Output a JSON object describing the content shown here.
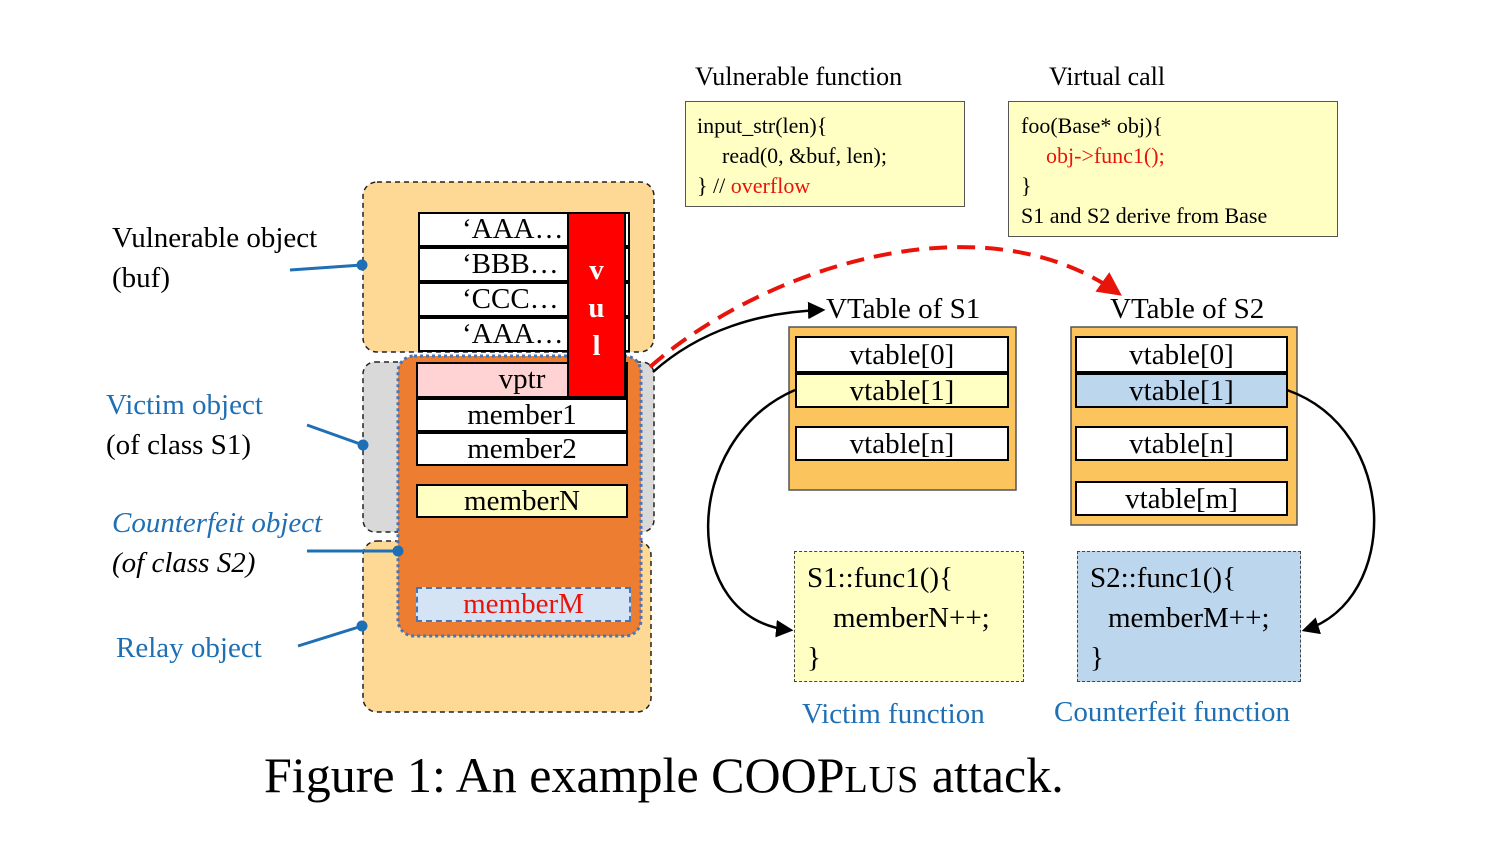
{
  "left_labels": {
    "vulnerable_object": "Vulnerable object",
    "vulnerable_object_sub": "(buf)",
    "victim_object": "Victim object",
    "victim_object_sub": "(of class S1)",
    "counterfeit_object": "Counterfeit object",
    "counterfeit_object_sub": "(of class S2)",
    "relay_object": "Relay object"
  },
  "buffer_cells": [
    "‘AAA…",
    "‘BBB…",
    "‘CCC…",
    "‘AAA…"
  ],
  "vul_letters": [
    "v",
    "u",
    "l"
  ],
  "object_cells": {
    "vptr": "vptr",
    "member1": "member1",
    "member2": "member2",
    "memberN": "memberN",
    "memberM": "memberM"
  },
  "vulnerable_function": {
    "title": "Vulnerable function",
    "line1": "input_str(len){",
    "line2": "read(0, &buf, len);",
    "line3_code": "} //",
    "line3_comment": "overflow"
  },
  "virtual_call": {
    "title": "Virtual call",
    "line1": "foo(Base* obj){",
    "line2": "obj->func1();",
    "line3": "}",
    "line4": "S1 and S2 derive from Base"
  },
  "vtable_s1": {
    "title": "VTable of S1",
    "entries": [
      "vtable[0]",
      "vtable[1]",
      "vtable[n]"
    ]
  },
  "vtable_s2": {
    "title": "VTable of S2",
    "entries": [
      "vtable[0]",
      "vtable[1]",
      "vtable[n]",
      "vtable[m]"
    ]
  },
  "victim_function": {
    "line1": "S1::func1(){",
    "line2": "memberN++;",
    "line3": "}",
    "label": "Victim function"
  },
  "counterfeit_function": {
    "line1": "S2::func1(){",
    "line2": "memberM++;",
    "line3": "}",
    "label": "Counterfeit function"
  },
  "caption": {
    "prefix": "Figure 1: An example COOP",
    "smallcaps": "LUS",
    "suffix": " attack."
  },
  "colors": {
    "light_orange": "#fdd995",
    "orange": "#ed7d31",
    "gray": "#d9d9d9",
    "yellow": "#ffffc4",
    "pink": "#ffd3d3",
    "light_blue": "#d5e4f5",
    "blue_fill": "#bcd6ee",
    "vtable_bg": "#fcc45c",
    "red": "#ff0000",
    "label_blue": "#1f6fb5"
  }
}
